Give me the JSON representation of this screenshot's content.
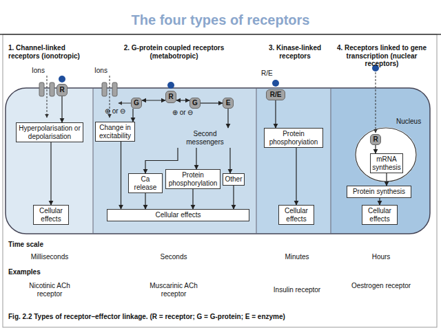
{
  "diagram": {
    "title": "The four types of receptors",
    "caption": "Fig. 2.2 Types of receptor–effector linkage. (R = receptor; G = G-protein; E = enzyme)",
    "nodes": [
      {
        "text": [
          "R"
        ]
      },
      {
        "text": [
          "Hyperpolarisation or depolarisation"
        ]
      },
      {
        "text": [
          "Cellular effects"
        ]
      },
      {
        "text": [
          "G"
        ]
      },
      {
        "text": [
          "R"
        ]
      },
      {
        "text": [
          "G"
        ]
      },
      {
        "text": [
          "E"
        ]
      },
      {
        "text": [
          "Change in excitability"
        ]
      },
      {
        "text": [
          "Second messengers"
        ]
      },
      {
        "text": [
          "Ca release"
        ]
      },
      {
        "text": [
          "Protein phosphorylation"
        ]
      },
      {
        "text": [
          "Other"
        ]
      },
      {
        "text": [
          "Cellular effects"
        ]
      },
      {
        "text": [
          "R/E"
        ]
      },
      {
        "text": [
          "Protein phosphoryiation"
        ]
      },
      {
        "text": [
          "Cellular effects"
        ]
      },
      {
        "text": [
          "Nucleus"
        ]
      },
      {
        "text": [
          "R"
        ],
        "in": 16
      },
      {
        "text": [
          "mRNA synthesis"
        ],
        "in": 16
      },
      {
        "text": [
          "Protein synthesis"
        ]
      },
      {
        "text": [
          "Cellular effects"
        ]
      }
    ],
    "edges": [
      {
        "from": 0,
        "to": 1,
        "arrow": "to"
      },
      {
        "from": 1,
        "to": 2,
        "arrow": "to"
      },
      {
        "from": 3,
        "to": 4,
        "arrow": "both"
      },
      {
        "from": 4,
        "to": 5,
        "arrow": "both"
      },
      {
        "from": 3,
        "to": 7,
        "arrow": "to"
      },
      {
        "from": 5,
        "to": 6,
        "arrow": "to"
      },
      {
        "from": 6,
        "to": 8,
        "arrow": "to"
      },
      {
        "from": 8,
        "to": 9,
        "arrow": "to"
      },
      {
        "from": 8,
        "to": 10,
        "arrow": "to"
      },
      {
        "from": 8,
        "to": 11,
        "arrow": "to"
      },
      {
        "from": 7,
        "to": 12,
        "arrow": "to"
      },
      {
        "from": 9,
        "to": 12,
        "arrow": "to"
      },
      {
        "from": 10,
        "to": 12,
        "arrow": "to"
      },
      {
        "from": 11,
        "to": 12,
        "arrow": "to"
      },
      {
        "from": 13,
        "to": 14,
        "arrow": "to"
      },
      {
        "from": 14,
        "to": 15,
        "arrow": "to"
      },
      {
        "from": 17,
        "to": 18,
        "arrow": "to"
      },
      {
        "from": 18,
        "to": 19,
        "arrow": "to"
      },
      {
        "from": 19,
        "to": 20,
        "arrow": "to"
      }
    ],
    "labels": [
      "1. Channel-linked receptors (ionotropic)",
      "2. G-protein coupled receptors (metabotropic)",
      "3. Kinase-linked receptors",
      "4. Receptors linked to gene transcription (nuclear receptors)",
      "Ions",
      "Ions",
      "R/E",
      "⊕ or ⊖",
      "⊕ or ⊖",
      "Time scale",
      "Milliseconds",
      "Seconds",
      "Minutes",
      "Hours",
      "Examples",
      "Nicotinic ACh receptor",
      "Muscarinic ACh receptor",
      "Insulin receptor",
      "Oestrogen receptor"
    ]
  }
}
